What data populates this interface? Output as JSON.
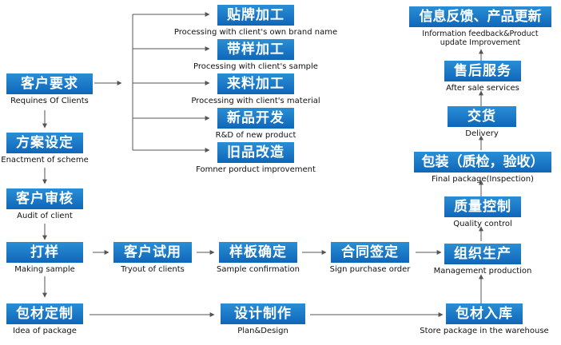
{
  "nodes": {
    "req": {
      "zh": "客户要求",
      "en": "Requines Of Clients"
    },
    "scheme": {
      "zh": "方案设定",
      "en": "Enactment of scheme"
    },
    "audit": {
      "zh": "客户审核",
      "en": "Audit of client"
    },
    "sample": {
      "zh": "打样",
      "en": "Making sample"
    },
    "pkgidea": {
      "zh": "包材定制",
      "en": "Idea of package"
    },
    "brand": {
      "zh": "贴牌加工",
      "en": "Processing with client's own brand name"
    },
    "withsample": {
      "zh": "带样加工",
      "en": "Processing with client's sample"
    },
    "material": {
      "zh": "来料加工",
      "en": "Processing with client's material"
    },
    "newprod": {
      "zh": "新品开发",
      "en": "R&D of new product"
    },
    "oldprod": {
      "zh": "旧品改造",
      "en": "Fomner porduct improvement"
    },
    "tryout": {
      "zh": "客户试用",
      "en": "Tryout of clients"
    },
    "confirm": {
      "zh": "样板确定",
      "en": "Sample confirmation"
    },
    "sign": {
      "zh": "合同签定",
      "en": "Sign purchase order"
    },
    "design": {
      "zh": "设计制作",
      "en": "Plan&Design"
    },
    "mgmt": {
      "zh": "组织生产",
      "en": "Management production"
    },
    "quality": {
      "zh": "质量控制",
      "en": "Quality control"
    },
    "final": {
      "zh": "包装（质检，验收）",
      "en": "Final package(Inspection)"
    },
    "delivery": {
      "zh": "交货",
      "en": "Delivery"
    },
    "aftersale": {
      "zh": "售后服务",
      "en": "After sale services"
    },
    "feedback": {
      "zh": "信息反馈、产品更新",
      "en": "Information feedback&Product update Improvement"
    },
    "store": {
      "zh": "包材入库",
      "en": "Store package in the warehouse"
    }
  },
  "colors": {
    "box": "#1479c8",
    "arrow": "#555555"
  }
}
